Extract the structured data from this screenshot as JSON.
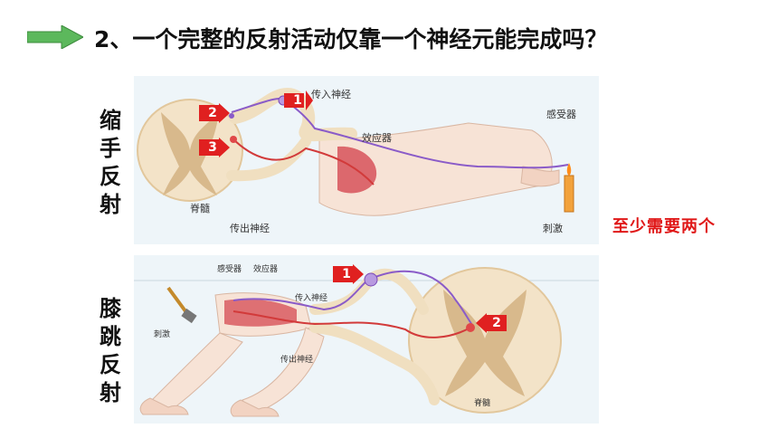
{
  "title": {
    "arrow_icon": "green-right-arrow",
    "question": "2、一个完整的反射活动仅靠一个神经元能完成吗？"
  },
  "reflex1": {
    "side_label": "缩手反射",
    "labels": {
      "afferent": "传入神经",
      "effector": "效应器",
      "receptor": "感受器",
      "spinal_cord": "脊髓",
      "efferent": "传出神经",
      "stimulus": "刺激"
    },
    "markers": [
      "1",
      "2",
      "3"
    ]
  },
  "reflex2": {
    "side_label": "膝跳反射",
    "labels": {
      "receptor": "感受器",
      "effector": "效应器",
      "afferent": "传入神经",
      "stimulus": "刺激",
      "efferent": "传出神经",
      "spinal_cord": "脊髓"
    },
    "markers": [
      "1",
      "2"
    ]
  },
  "answer": "至少需要两个",
  "colors": {
    "accent_red": "#e01818",
    "arrow_green": "#5cb85c",
    "marker_red": "#e02020"
  }
}
